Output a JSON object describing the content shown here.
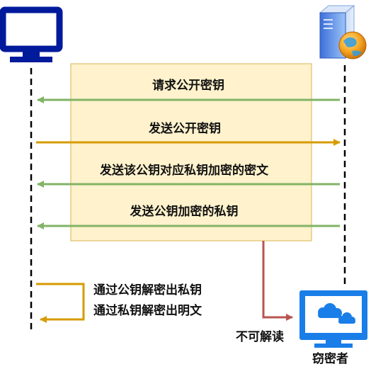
{
  "messages": [
    {
      "text": "请求公开密钥",
      "direction": "server-to-client",
      "color": "#82b366"
    },
    {
      "text": "发送公开密钥",
      "direction": "client-to-server",
      "color": "#d79b00"
    },
    {
      "text": "发送该公钥对应私钥加密的密文",
      "direction": "server-to-client",
      "color": "#82b366"
    },
    {
      "text": "发送公钥加密的私钥",
      "direction": "server-to-client",
      "color": "#82b366"
    }
  ],
  "self_steps": {
    "line1": "通过公钥解密出私钥",
    "line2": "通过私钥解密出明文",
    "color": "#d79b00"
  },
  "eavesdropper": {
    "label": "窃密者",
    "result": "不可解读",
    "arrow_color": "#b85450"
  },
  "colors": {
    "box_fill": "#fff2cc",
    "box_stroke": "#d6b656",
    "client_monitor": "#001a9c",
    "eavesdropper_monitor": "#1a7ee8",
    "lifeline": "#000000"
  },
  "icons": {
    "client": "desktop-monitor-icon",
    "server": "server-globe-icon",
    "eavesdropper": "cloud-monitor-icon"
  }
}
